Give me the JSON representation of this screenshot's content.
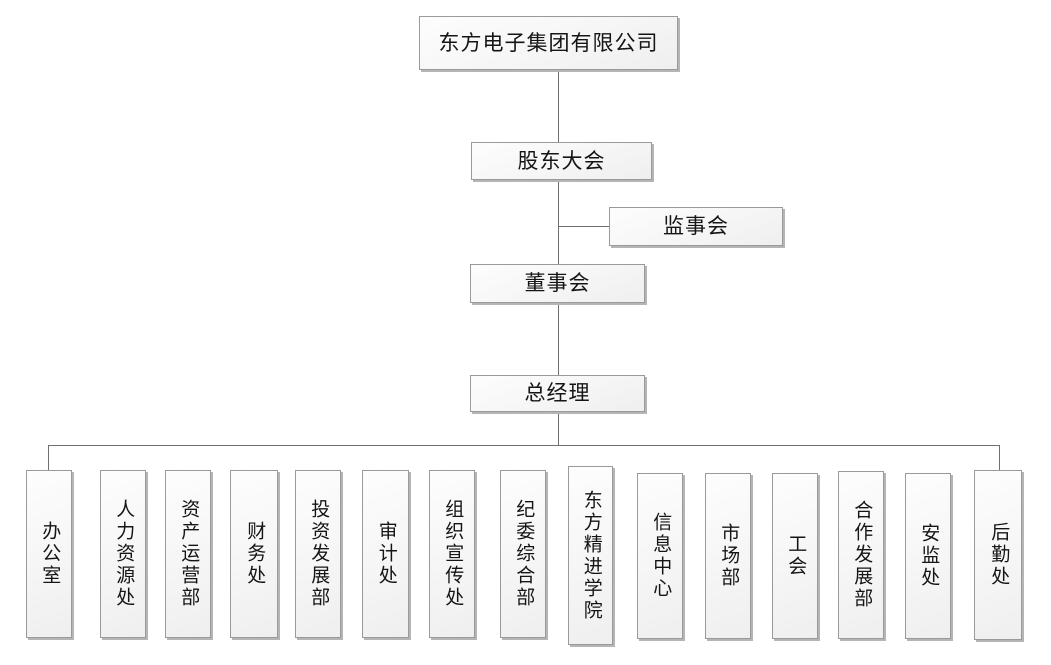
{
  "chart": {
    "title_node": {
      "label": "东方电子集团有限公司"
    },
    "governance": [
      {
        "id": "shareholders",
        "label": "股东大会"
      },
      {
        "id": "supervisors",
        "label": "监事会"
      },
      {
        "id": "board",
        "label": "董事会"
      },
      {
        "id": "gm",
        "label": "总经理"
      }
    ],
    "departments": [
      {
        "id": "office",
        "label": "办公室"
      },
      {
        "id": "hr",
        "label": "人力资源处"
      },
      {
        "id": "asset-ops",
        "label": "资产运营部"
      },
      {
        "id": "finance",
        "label": "财务处"
      },
      {
        "id": "invest-dev",
        "label": "投资发展部"
      },
      {
        "id": "audit",
        "label": "审计处"
      },
      {
        "id": "org-publicity",
        "label": "组织宣传处"
      },
      {
        "id": "discipline",
        "label": "纪委综合部"
      },
      {
        "id": "academy",
        "label": "东方精进学院"
      },
      {
        "id": "info-center",
        "label": "信息中心"
      },
      {
        "id": "marketing",
        "label": "市场部"
      },
      {
        "id": "union",
        "label": "工会"
      },
      {
        "id": "coop-dev",
        "label": "合作发展部"
      },
      {
        "id": "safety",
        "label": "安监处"
      },
      {
        "id": "logistics",
        "label": "后勤处"
      }
    ],
    "colors": {
      "box_border": "#9a9a9a",
      "box_shadow": "#b5b5b5",
      "connector": "#6f6f6f",
      "text": "#151515",
      "background": "#ffffff"
    }
  }
}
